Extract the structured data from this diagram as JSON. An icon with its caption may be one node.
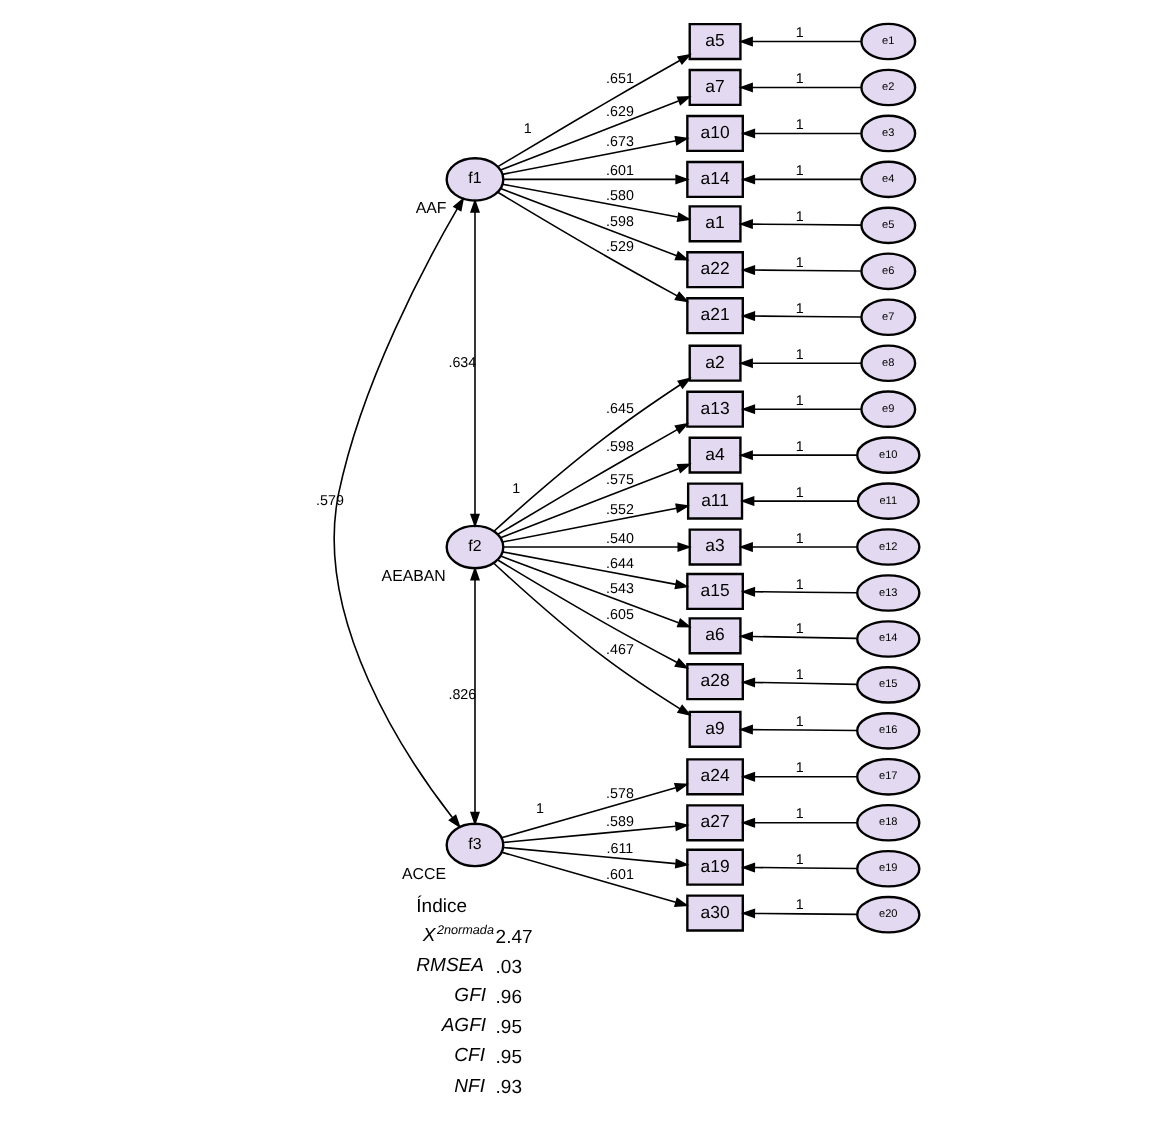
{
  "diagram": {
    "nodes": [
      {
        "text": [
          "f1"
        ],
        "beside": [
          "AAF"
        ]
      },
      {
        "text": [
          "a5"
        ]
      },
      {
        "text": [
          "a7"
        ]
      },
      {
        "text": [
          "a10"
        ]
      },
      {
        "text": [
          "a14"
        ]
      },
      {
        "text": [
          "a1"
        ]
      },
      {
        "text": [
          "a22"
        ]
      },
      {
        "text": [
          "a21"
        ]
      },
      {
        "text": [
          "e1"
        ]
      },
      {
        "text": [
          "e2"
        ]
      },
      {
        "text": [
          "e3"
        ]
      },
      {
        "text": [
          "e4"
        ]
      },
      {
        "text": [
          "e5"
        ]
      },
      {
        "text": [
          "e6"
        ]
      },
      {
        "text": [
          "e7"
        ]
      },
      {
        "text": [
          "f2"
        ],
        "beside": [
          "AEABAN"
        ]
      },
      {
        "text": [
          "a2"
        ]
      },
      {
        "text": [
          "a13"
        ]
      },
      {
        "text": [
          "a4"
        ]
      },
      {
        "text": [
          "a11"
        ]
      },
      {
        "text": [
          "a3"
        ]
      },
      {
        "text": [
          "a15"
        ]
      },
      {
        "text": [
          "a6"
        ]
      },
      {
        "text": [
          "a28"
        ]
      },
      {
        "text": [
          "a9"
        ]
      },
      {
        "text": [
          "e8"
        ]
      },
      {
        "text": [
          "e9"
        ]
      },
      {
        "text": [
          "e10"
        ]
      },
      {
        "text": [
          "e11"
        ]
      },
      {
        "text": [
          "e12"
        ]
      },
      {
        "text": [
          "e13"
        ]
      },
      {
        "text": [
          "e14"
        ]
      },
      {
        "text": [
          "e15"
        ]
      },
      {
        "text": [
          "e16"
        ]
      },
      {
        "text": [
          "f3"
        ],
        "beside": [
          "ACCE"
        ]
      },
      {
        "text": [
          "a24"
        ]
      },
      {
        "text": [
          "a27"
        ]
      },
      {
        "text": [
          "a19"
        ]
      },
      {
        "text": [
          "a30"
        ]
      },
      {
        "text": [
          "e17"
        ]
      },
      {
        "text": [
          "e18"
        ]
      },
      {
        "text": [
          "e19"
        ]
      },
      {
        "text": [
          "e20"
        ]
      }
    ],
    "edges": [
      {
        "from": 0,
        "to": 15,
        "arrow": "both",
        "label": ".634"
      },
      {
        "from": 15,
        "to": 34,
        "arrow": "both",
        "label": ".826"
      },
      {
        "from": 0,
        "to": 34,
        "arrow": "both",
        "label": ".579"
      },
      {
        "from": 0,
        "to": 1,
        "arrow": "to",
        "label": ".651"
      },
      {
        "from": 0,
        "to": 2,
        "arrow": "to",
        "label": ".629"
      },
      {
        "from": 0,
        "to": 3,
        "arrow": "to",
        "label": ".673"
      },
      {
        "from": 0,
        "to": 4,
        "arrow": "to",
        "label": ".601"
      },
      {
        "from": 0,
        "to": 5,
        "arrow": "to",
        "label": ".580"
      },
      {
        "from": 0,
        "to": 6,
        "arrow": "to",
        "label": ".598"
      },
      {
        "from": 0,
        "to": 7,
        "arrow": "to",
        "label": ".529"
      },
      {
        "from": 8,
        "to": 1,
        "arrow": "to",
        "label": "1"
      },
      {
        "from": 9,
        "to": 2,
        "arrow": "to",
        "label": "1"
      },
      {
        "from": 10,
        "to": 3,
        "arrow": "to",
        "label": "1"
      },
      {
        "from": 11,
        "to": 4,
        "arrow": "to",
        "label": "1"
      },
      {
        "from": 12,
        "to": 5,
        "arrow": "to",
        "label": "1"
      },
      {
        "from": 13,
        "to": 6,
        "arrow": "to",
        "label": "1"
      },
      {
        "from": 14,
        "to": 7,
        "arrow": "to",
        "label": "1"
      },
      {
        "from": 15,
        "to": 16,
        "arrow": "to",
        "label": ".645"
      },
      {
        "from": 15,
        "to": 17,
        "arrow": "to",
        "label": ".598"
      },
      {
        "from": 15,
        "to": 18,
        "arrow": "to",
        "label": ".575"
      },
      {
        "from": 15,
        "to": 19,
        "arrow": "to",
        "label": ".552"
      },
      {
        "from": 15,
        "to": 20,
        "arrow": "to",
        "label": ".540"
      },
      {
        "from": 15,
        "to": 21,
        "arrow": "to",
        "label": ".644"
      },
      {
        "from": 15,
        "to": 22,
        "arrow": "to",
        "label": ".543"
      },
      {
        "from": 15,
        "to": 23,
        "arrow": "to",
        "label": ".605"
      },
      {
        "from": 15,
        "to": 24,
        "arrow": "to",
        "label": ".467"
      },
      {
        "from": 25,
        "to": 16,
        "arrow": "to",
        "label": "1"
      },
      {
        "from": 26,
        "to": 17,
        "arrow": "to",
        "label": "1"
      },
      {
        "from": 27,
        "to": 18,
        "arrow": "to",
        "label": "1"
      },
      {
        "from": 28,
        "to": 19,
        "arrow": "to",
        "label": "1"
      },
      {
        "from": 29,
        "to": 20,
        "arrow": "to",
        "label": "1"
      },
      {
        "from": 30,
        "to": 21,
        "arrow": "to",
        "label": "1"
      },
      {
        "from": 31,
        "to": 22,
        "arrow": "to",
        "label": "1"
      },
      {
        "from": 32,
        "to": 23,
        "arrow": "to",
        "label": "1"
      },
      {
        "from": 33,
        "to": 24,
        "arrow": "to",
        "label": "1"
      },
      {
        "from": 34,
        "to": 35,
        "arrow": "to",
        "label": ".578"
      },
      {
        "from": 34,
        "to": 36,
        "arrow": "to",
        "label": ".589"
      },
      {
        "from": 34,
        "to": 37,
        "arrow": "to",
        "label": ".611"
      },
      {
        "from": 34,
        "to": 38,
        "arrow": "to",
        "label": ".601"
      },
      {
        "from": 39,
        "to": 35,
        "arrow": "to",
        "label": "1"
      },
      {
        "from": 40,
        "to": 36,
        "arrow": "to",
        "label": "1"
      },
      {
        "from": 41,
        "to": 37,
        "arrow": "to",
        "label": "1"
      },
      {
        "from": 42,
        "to": 38,
        "arrow": "to",
        "label": "1"
      }
    ],
    "labels": [
      "1",
      "1",
      "1",
      "Índice",
      "X$^{2normada}$",
      "2.47",
      "RMSEA",
      ".03",
      "GFI",
      ".96",
      "AGFI",
      ".95",
      "CFI",
      ".95",
      "NFI",
      ".93"
    ]
  }
}
